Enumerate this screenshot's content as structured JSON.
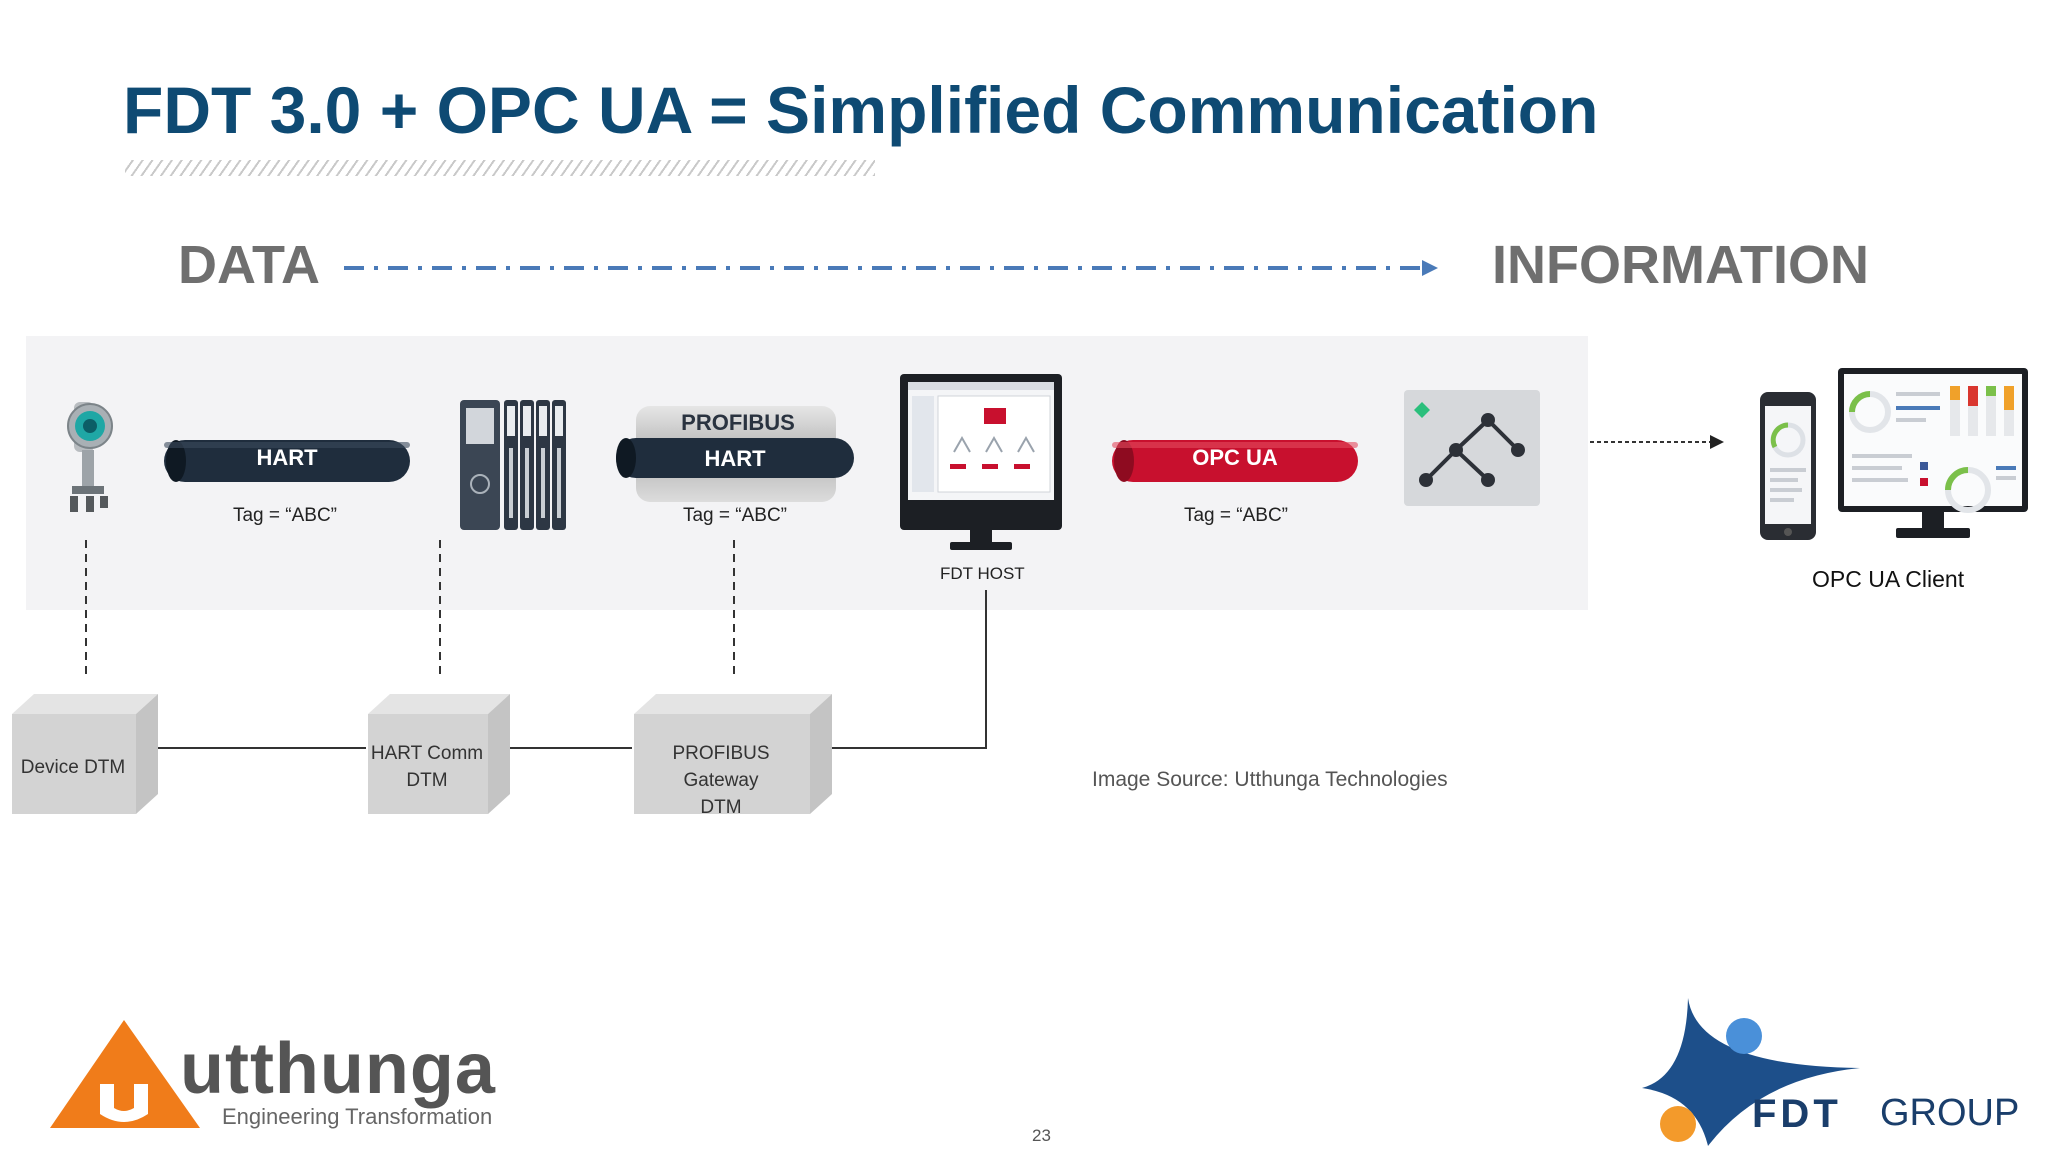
{
  "slide": {
    "title": "FDT 3.0 + OPC UA = Simplified Communication",
    "page_number": "23"
  },
  "flow": {
    "left_label": "DATA",
    "right_label": "INFORMATION"
  },
  "pipes": {
    "hart": {
      "label": "HART",
      "tag": "Tag = “ABC”"
    },
    "profibus": {
      "outer_label": "PROFIBUS",
      "inner_label": "HART",
      "tag": "Tag = “ABC”"
    },
    "opcua": {
      "label": "OPC UA",
      "tag": "Tag = “ABC”"
    }
  },
  "host": {
    "label": "FDT HOST"
  },
  "client": {
    "label": "OPC UA Client"
  },
  "dtm_boxes": {
    "device": {
      "label": "Device DTM"
    },
    "hart_comm": {
      "line1": "HART Comm",
      "line2": "DTM"
    },
    "profibus_gateway": {
      "line1": "PROFIBUS Gateway",
      "line2": "DTM"
    }
  },
  "image_source": "Image Source: Utthunga Technologies",
  "logos": {
    "utthunga": {
      "name": "utthunga",
      "tagline": "Engineering Transformation"
    },
    "fdt": {
      "word1": "FDT",
      "word2": "GROUP"
    }
  },
  "colors": {
    "title": "#0e4a73",
    "label_gray": "#6f6f6f",
    "arrow_blue": "#4a7ab8",
    "hart_pipe": "#1f2d3d",
    "opcua_pipe": "#c8102e",
    "utthunga_orange": "#f07c1a",
    "fdt_blue": "#1a3e6b"
  },
  "icons": [
    "field-transmitter-icon",
    "io-module-icon",
    "host-monitor-icon",
    "network-node-icon",
    "smartphone-icon",
    "dashboard-monitor-icon"
  ]
}
